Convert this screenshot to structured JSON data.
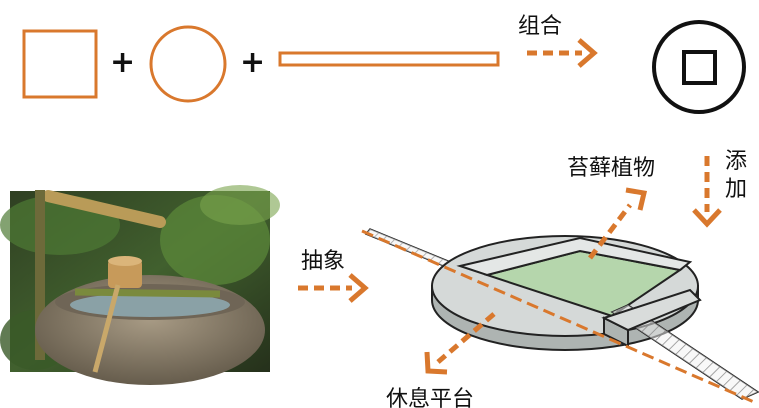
{
  "labels": {
    "combine": "组合",
    "abstract": "抽象",
    "moss": "苔藓植物",
    "add_line1": "添",
    "add_line2": "加",
    "rest_platform": "休息平台"
  },
  "operators": {
    "plus": "+"
  },
  "colors": {
    "orange": "#D9782D",
    "platform_fill": "#D5D9D8",
    "moss_fill": "#B5D6AC",
    "outline": "#222222"
  },
  "icons": {
    "square": "square-outline-icon",
    "circle": "circle-outline-icon",
    "bar": "bar-outline-icon",
    "result": "circle-with-square-icon"
  }
}
